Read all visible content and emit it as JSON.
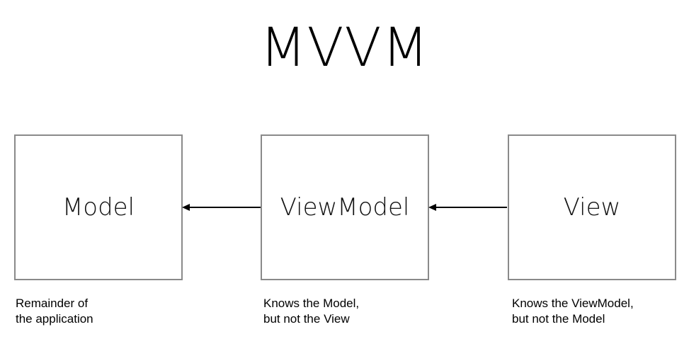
{
  "title": "MVVM",
  "boxes": {
    "model": {
      "label": "Model"
    },
    "viewmodel": {
      "label": "ViewModel"
    },
    "view": {
      "label": "View"
    }
  },
  "notes": {
    "model": {
      "line1": "Remainder of",
      "line2": "the application"
    },
    "viewmodel": {
      "line1": "Knows the Model,",
      "line2": "but not the View"
    },
    "view": {
      "line1": "Knows the ViewModel,",
      "line2": "but not the Model"
    }
  },
  "colors": {
    "box_border": "#8a8a8a",
    "arrow": "#000000",
    "text": "#000000"
  }
}
